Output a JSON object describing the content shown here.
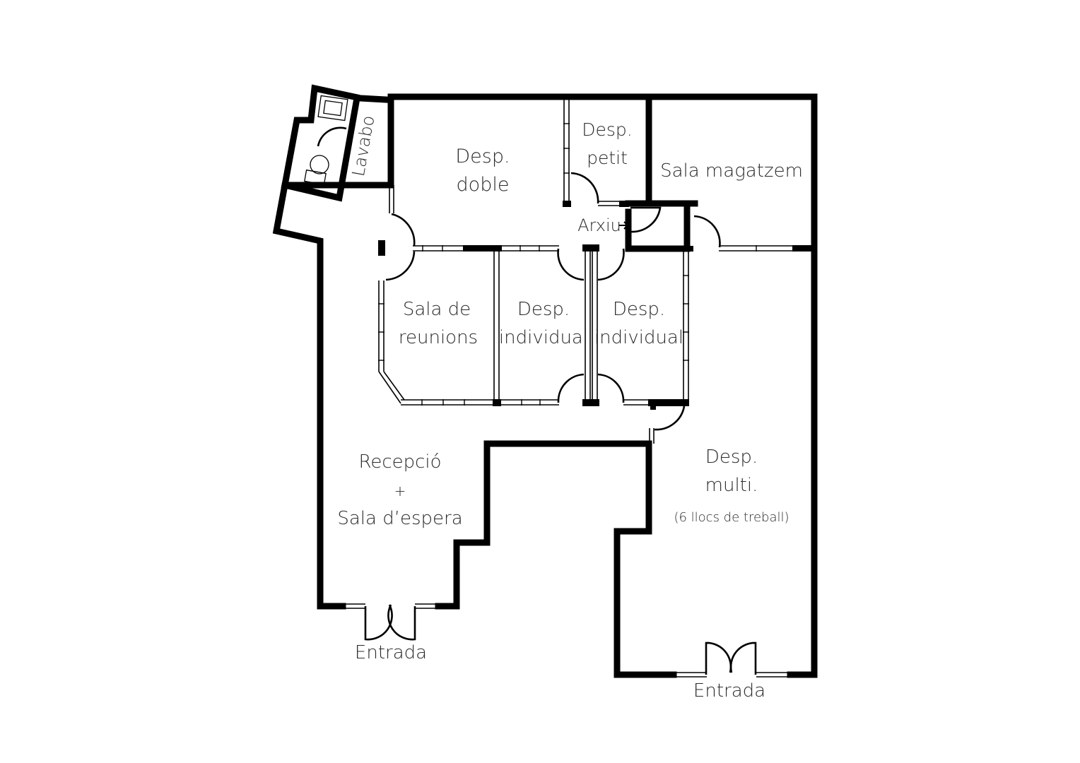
{
  "rooms": {
    "lavabo": "Lavabo",
    "desp_doble": [
      "Desp.",
      "doble"
    ],
    "desp_petit": [
      "Desp.",
      "petit"
    ],
    "sala_magatzem": "Sala magatzem",
    "arxiu": "Arxiu",
    "sala_reunions": [
      "Sala de",
      "reunions"
    ],
    "desp_individual_1": [
      "Desp.",
      "individual"
    ],
    "desp_individual_2": [
      "Desp.",
      "individual"
    ],
    "recepcio": [
      "Recepció",
      "+",
      "Sala d’espera"
    ],
    "desp_multi": [
      "Desp.",
      "multi."
    ],
    "desp_multi_note": "(6 llocs de treball)",
    "entrada_1": "Entrada",
    "entrada_2": "Entrada"
  },
  "colors": {
    "wall": "#000000",
    "text": "#2b2b2b",
    "background": "#ffffff"
  },
  "icons": [
    "arrow-right-icon",
    "toilet-icon",
    "washbasin-icon"
  ]
}
